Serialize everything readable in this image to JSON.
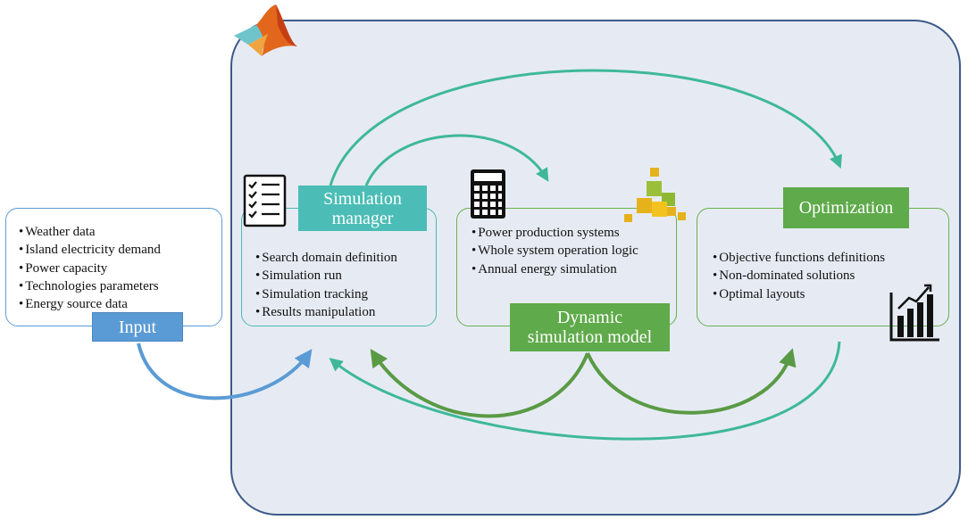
{
  "input": {
    "label": "Input",
    "items": [
      "Weather data",
      "Island electricity demand",
      "Power capacity",
      "Technologies parameters",
      "Energy source data"
    ]
  },
  "simulation_manager": {
    "label": "Simulation\nmanager",
    "items": [
      "Search domain definition",
      "Simulation run",
      "Simulation tracking",
      "Results manipulation"
    ]
  },
  "dynamic_model": {
    "label": "Dynamic\nsimulation model",
    "items": [
      "Power production systems",
      "Whole system operation logic",
      "Annual energy simulation"
    ]
  },
  "optimization": {
    "label": "Optimization",
    "items": [
      "Objective functions definitions",
      "Non-dominated solutions",
      "Optimal layouts"
    ]
  },
  "colors": {
    "panel_fill": "#e6ebf3",
    "panel_border": "#3c5a88",
    "input_blue": "#5b9bd5",
    "teal": "#4bbdb6",
    "green": "#5faa4a",
    "teal_arrow": "#3fb89a",
    "green_arrow": "#5a9a45"
  },
  "icons": [
    "matlab-logo-icon",
    "checklist-icon",
    "calculator-icon",
    "cubes-icon",
    "bar-chart-icon"
  ]
}
